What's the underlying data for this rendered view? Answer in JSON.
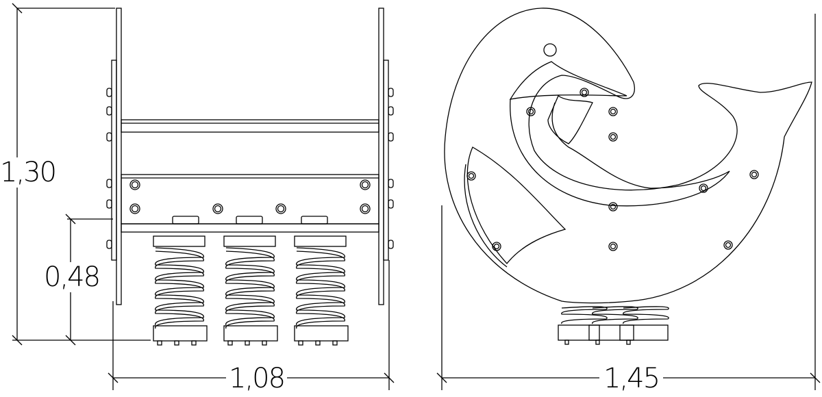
{
  "drawing": {
    "front_view": {
      "height_total": "1,30",
      "seat_height": "0,48",
      "width": "1,08",
      "spring_count": 3
    },
    "side_view": {
      "length": "1,45",
      "spring_count": 3
    },
    "colors": {
      "line": "#000000",
      "background": "#ffffff"
    }
  }
}
